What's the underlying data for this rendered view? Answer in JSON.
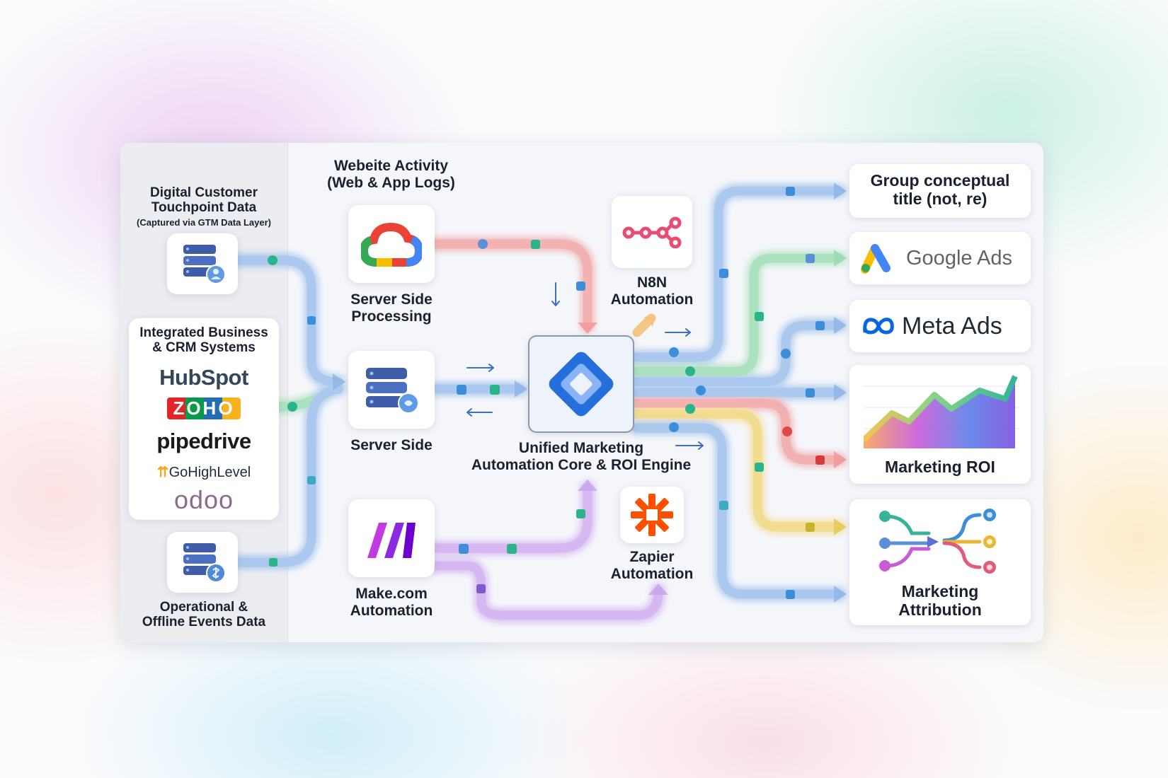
{
  "left": {
    "touchpoint": {
      "title_1": "Digital Customer",
      "title_2": "Touchpoint Data",
      "subtitle": "(Captured via GTM Data Layer)"
    },
    "crm": {
      "title_1": "Integrated Business",
      "title_2": "& CRM Systems",
      "logos": {
        "hubspot": "HubSpot",
        "zoho": "ZOHO",
        "pipedrive": "pipedrive",
        "gohighlevel": "GoHighLevel",
        "odoo": "odoo"
      }
    },
    "offline": {
      "title_1": "Operational &",
      "title_2": "Offline Events Data"
    }
  },
  "web_activity": {
    "title_1": "Webeite Activity",
    "title_2": "(Web & App Logs)"
  },
  "server_processing": {
    "label_1": "Server Side",
    "label_2": "Processing"
  },
  "server_side": {
    "label": "Server Side"
  },
  "make": {
    "label_1": "Make.com",
    "label_2": "Automation"
  },
  "n8n": {
    "label_1": "N8N",
    "label_2": "Automation"
  },
  "zapier": {
    "label_1": "Zapier",
    "label_2": "Automation"
  },
  "core": {
    "label_1": "Unified Marketing",
    "label_2": "Automation Core & ROI Engine"
  },
  "destinations": {
    "group_title_1": "Group conceptual",
    "group_title_2": "title (not, re)",
    "google_ads": "Google Ads",
    "meta_ads": "Meta Ads",
    "marketing_roi": "Marketing ROI",
    "attribution_1": "Marketing",
    "attribution_2": "Attribution"
  },
  "colors": {
    "flow_blue": "#8fb6e8",
    "flow_red": "#f09a9a",
    "flow_green": "#9cdcb0",
    "flow_purple": "#c9a3ee",
    "flow_orange": "#f5c27a",
    "google_blue": "#4285f4",
    "google_red": "#ea4335",
    "google_yellow": "#fbbc04",
    "google_green": "#34a853",
    "hubspot_orange": "#ff7a59",
    "zapier_orange": "#ff4f00",
    "n8n_salmon": "#ea4b71",
    "meta_blue": "#0668e1",
    "make_purple": "#6d00cc"
  }
}
